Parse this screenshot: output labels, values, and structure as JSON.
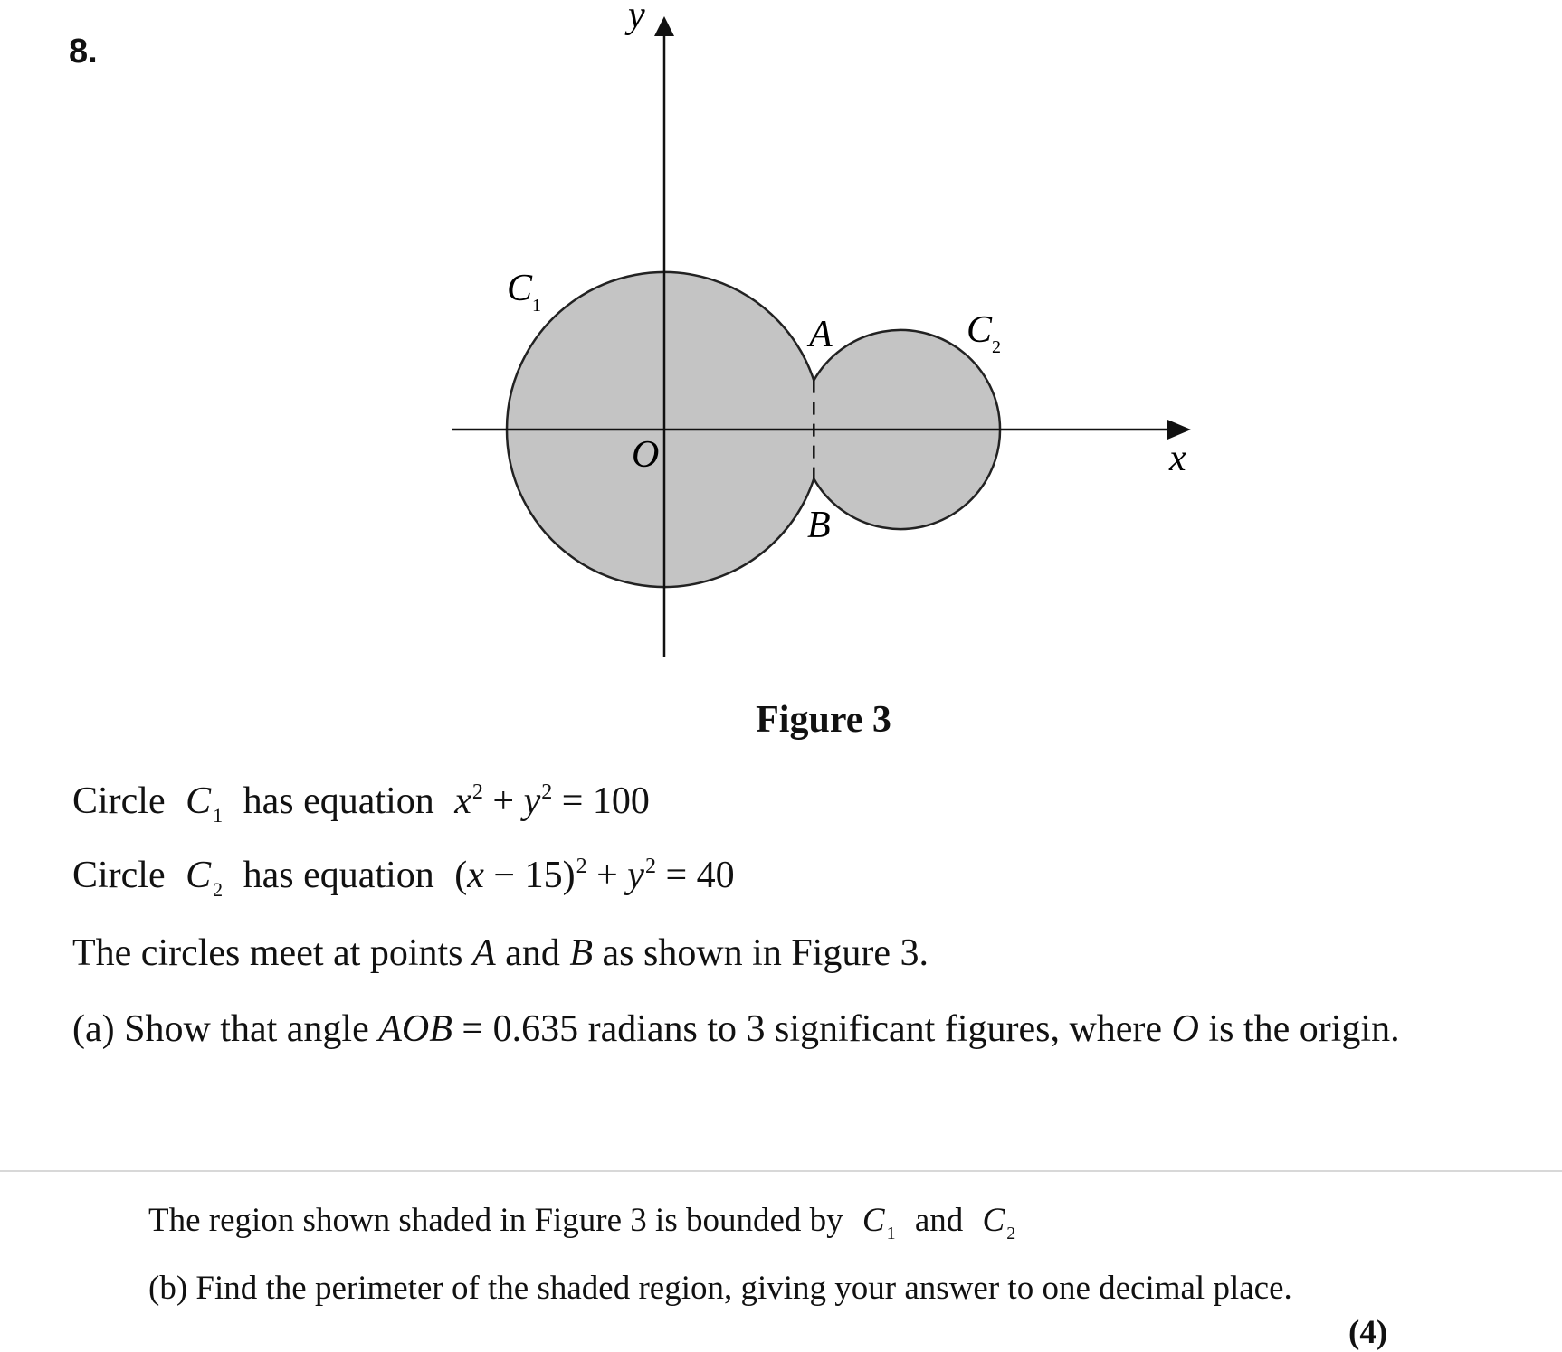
{
  "question": {
    "number": "8."
  },
  "figure": {
    "caption": "Figure 3",
    "labels": {
      "y_axis": "y",
      "x_axis": "x",
      "origin": "O",
      "point_a": "A",
      "point_b": "B",
      "circle1": "C",
      "circle1_sub": "1",
      "circle2": "C",
      "circle2_sub": "2"
    },
    "circle1": {
      "center": [
        0,
        0
      ],
      "radius_squared": 100
    },
    "circle2": {
      "center": [
        15,
        0
      ],
      "radius_squared": 40
    },
    "colors": {
      "shade": "#c4c4c4",
      "stroke": "#222222"
    }
  },
  "text": {
    "line1": {
      "prefix": "Circle",
      "c": "C",
      "c_sub": "1",
      "mid": "has equation",
      "x": "x",
      "plus": " + ",
      "y": "y",
      "tail": " = 100"
    },
    "line2": {
      "prefix": "Circle",
      "c": "C",
      "c_sub": "2",
      "mid": "has equation",
      "open": "(",
      "x": "x",
      "minus": " − 15)",
      "plus": " + ",
      "y": "y",
      "tail": " = 40"
    },
    "line3": {
      "p1": "The circles meet at points ",
      "a": "A",
      "p2": " and ",
      "b": "B",
      "p3": " as shown in Figure 3."
    },
    "part_a": {
      "p1": "(a)  Show that angle ",
      "aob": "AOB",
      "p2": " = 0.635 radians to 3 significant figures, where ",
      "o": "O",
      "p3": " is the origin."
    },
    "region": {
      "p1": "The region shown shaded in Figure 3 is bounded by",
      "c1": "C",
      "c1_sub": "1",
      "and": "and",
      "c2": "C",
      "c2_sub": "2"
    },
    "part_b": "(b)  Find the perimeter of the shaded region, giving your answer to one decimal place.",
    "marks": "(4)"
  }
}
